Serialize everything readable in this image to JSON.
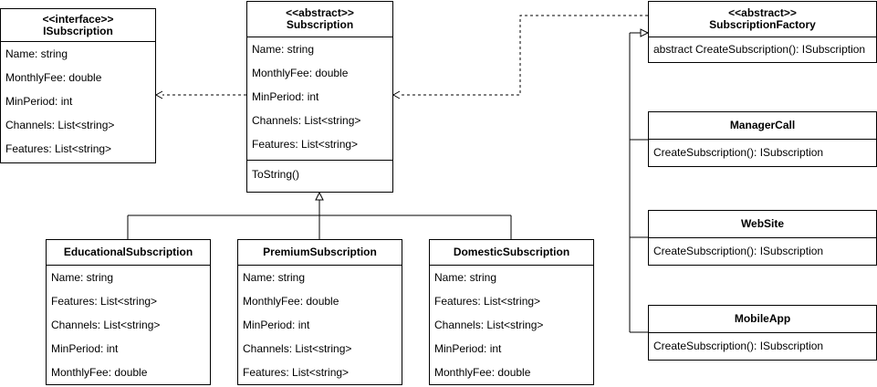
{
  "classes": {
    "isubscription": {
      "stereotype": "<<interface>>",
      "name": "ISubscription",
      "attributes": [
        "Name: string",
        "MonthlyFee: double",
        "MinPeriod: int",
        "Channels: List<string>",
        "Features: List<string>"
      ]
    },
    "subscription": {
      "stereotype": "<<abstract>>",
      "name": "Subscription",
      "attributes": [
        "Name: string",
        "MonthlyFee: double",
        "MinPeriod: int",
        "Channels: List<string>",
        "Features: List<string>"
      ],
      "methods": [
        "ToString()"
      ]
    },
    "subscription_factory": {
      "stereotype": "<<abstract>>",
      "name": "SubscriptionFactory",
      "methods": [
        "abstract CreateSubscription(): ISubscription"
      ]
    },
    "educational": {
      "name": "EducationalSubscription",
      "attributes": [
        "Name: string",
        "Features: List<string>",
        "Channels: List<string>",
        "MinPeriod: int",
        "MonthlyFee: double"
      ]
    },
    "premium": {
      "name": "PremiumSubscription",
      "attributes": [
        "Name: string",
        "MonthlyFee: double",
        "MinPeriod: int",
        "Channels: List<string>",
        "Features: List<string>"
      ]
    },
    "domestic": {
      "name": "DomesticSubscription",
      "attributes": [
        "Name: string",
        "Features: List<string>",
        "Channels: List<string>",
        "MinPeriod: int",
        "MonthlyFee: double"
      ]
    },
    "manager_call": {
      "name": "ManagerCall",
      "methods": [
        "CreateSubscription(): ISubscription"
      ]
    },
    "website": {
      "name": "WebSite",
      "methods": [
        "CreateSubscription(): ISubscription"
      ]
    },
    "mobile_app": {
      "name": "MobileApp",
      "methods": [
        "CreateSubscription(): ISubscription"
      ]
    }
  }
}
